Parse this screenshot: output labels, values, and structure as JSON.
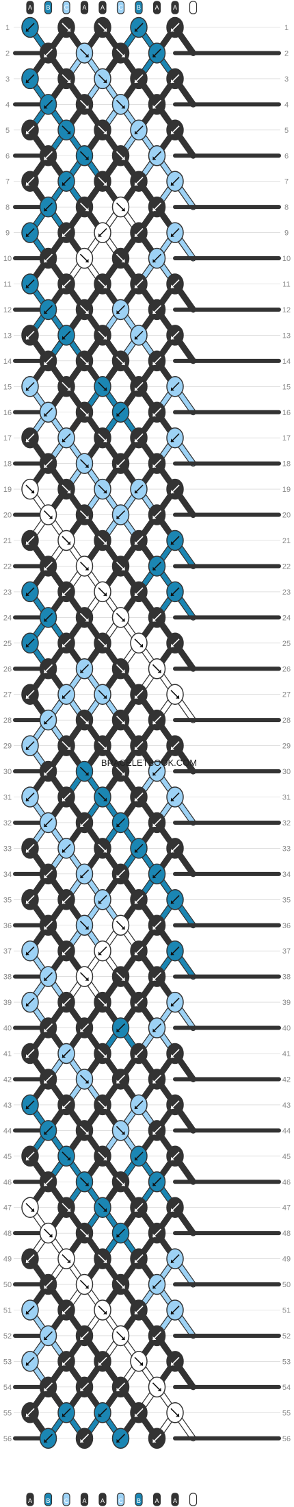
{
  "watermark": "BRACELETBOOK.COM",
  "colors": {
    "A": "#333333",
    "B": "#1b86b3",
    "C": "#9dd2f5",
    "D": "#ffffff",
    "outline": "#333333",
    "grid": "#cccccc",
    "rownum": "#888888"
  },
  "strands_top": [
    "A",
    "B",
    "C",
    "A",
    "A",
    "C",
    "B",
    "A",
    "A",
    "D"
  ],
  "strands_bottom": [
    "A",
    "B",
    "C",
    "A",
    "A",
    "C",
    "B",
    "A",
    "A",
    "D"
  ],
  "rows": 56,
  "row_numbers": [
    "1",
    "2",
    "3",
    "4",
    "5",
    "6",
    "7",
    "8",
    "9",
    "10",
    "11",
    "12",
    "13",
    "14",
    "15",
    "16",
    "17",
    "18",
    "19",
    "20",
    "21",
    "22",
    "23",
    "24",
    "25",
    "26",
    "27",
    "28",
    "29",
    "30",
    "31",
    "32",
    "33",
    "34",
    "35",
    "36",
    "37",
    "38",
    "39",
    "40",
    "41",
    "42",
    "43",
    "44",
    "45",
    "46",
    "47",
    "48",
    "49",
    "50",
    "51",
    "52",
    "53",
    "54",
    "55",
    "56"
  ],
  "knots": [
    [
      [
        "B",
        "dl"
      ],
      [
        "A",
        "dr"
      ],
      [
        "A",
        "dr"
      ],
      [
        "B",
        "dl"
      ],
      [
        "A",
        "dl"
      ]
    ],
    [
      [
        "A",
        "dl"
      ],
      [
        "C",
        "dr"
      ],
      [
        "A",
        "dr"
      ],
      [
        "B",
        "dl"
      ]
    ],
    [
      [
        "B",
        "dl"
      ],
      [
        "A",
        "dr"
      ],
      [
        "C",
        "dr"
      ],
      [
        "A",
        "dl"
      ],
      [
        "A",
        "dl"
      ]
    ],
    [
      [
        "B",
        "dl"
      ],
      [
        "A",
        "dr"
      ],
      [
        "C",
        "dr"
      ],
      [
        "A",
        "dl"
      ]
    ],
    [
      [
        "A",
        "dl"
      ],
      [
        "B",
        "dr"
      ],
      [
        "A",
        "dr"
      ],
      [
        "C",
        "dl"
      ],
      [
        "A",
        "dl"
      ]
    ],
    [
      [
        "A",
        "dl"
      ],
      [
        "B",
        "dr"
      ],
      [
        "A",
        "dr"
      ],
      [
        "C",
        "dl"
      ]
    ],
    [
      [
        "A",
        "dl"
      ],
      [
        "B",
        "dl"
      ],
      [
        "A",
        "dr"
      ],
      [
        "A",
        "dl"
      ],
      [
        "C",
        "dl"
      ]
    ],
    [
      [
        "B",
        "dl"
      ],
      [
        "A",
        "dr"
      ],
      [
        "D",
        "dr"
      ],
      [
        "A",
        "dl"
      ]
    ],
    [
      [
        "B",
        "dl"
      ],
      [
        "A",
        "dl"
      ],
      [
        "D",
        "dl"
      ],
      [
        "A",
        "dl"
      ],
      [
        "C",
        "dl"
      ]
    ],
    [
      [
        "A",
        "dl"
      ],
      [
        "D",
        "dr"
      ],
      [
        "A",
        "dr"
      ],
      [
        "C",
        "dl"
      ]
    ],
    [
      [
        "B",
        "dl"
      ],
      [
        "A",
        "dl"
      ],
      [
        "A",
        "dr"
      ],
      [
        "A",
        "dl"
      ],
      [
        "A",
        "dl"
      ]
    ],
    [
      [
        "B",
        "dl"
      ],
      [
        "A",
        "dr"
      ],
      [
        "C",
        "dl"
      ],
      [
        "A",
        "dl"
      ]
    ],
    [
      [
        "A",
        "dl"
      ],
      [
        "B",
        "dl"
      ],
      [
        "A",
        "dr"
      ],
      [
        "C",
        "dl"
      ],
      [
        "A",
        "dl"
      ]
    ],
    [
      [
        "A",
        "dl"
      ],
      [
        "A",
        "dr"
      ],
      [
        "A",
        "dr"
      ],
      [
        "A",
        "dl"
      ]
    ],
    [
      [
        "C",
        "dl"
      ],
      [
        "A",
        "dr"
      ],
      [
        "B",
        "dr"
      ],
      [
        "A",
        "dl"
      ],
      [
        "C",
        "dl"
      ]
    ],
    [
      [
        "C",
        "dl"
      ],
      [
        "A",
        "dr"
      ],
      [
        "B",
        "dl"
      ],
      [
        "A",
        "dl"
      ]
    ],
    [
      [
        "A",
        "dl"
      ],
      [
        "C",
        "dl"
      ],
      [
        "A",
        "dr"
      ],
      [
        "A",
        "dl"
      ],
      [
        "C",
        "dl"
      ]
    ],
    [
      [
        "A",
        "dl"
      ],
      [
        "C",
        "dr"
      ],
      [
        "A",
        "dl"
      ],
      [
        "A",
        "dl"
      ]
    ],
    [
      [
        "D",
        "dr"
      ],
      [
        "A",
        "dr"
      ],
      [
        "C",
        "dr"
      ],
      [
        "C",
        "dl"
      ],
      [
        "A",
        "dl"
      ]
    ],
    [
      [
        "D",
        "dr"
      ],
      [
        "A",
        "dr"
      ],
      [
        "C",
        "dl"
      ],
      [
        "A",
        "dl"
      ]
    ],
    [
      [
        "A",
        "dl"
      ],
      [
        "D",
        "dr"
      ],
      [
        "A",
        "dr"
      ],
      [
        "A",
        "dl"
      ],
      [
        "B",
        "dl"
      ]
    ],
    [
      [
        "A",
        "dl"
      ],
      [
        "D",
        "dr"
      ],
      [
        "A",
        "dr"
      ],
      [
        "B",
        "dl"
      ]
    ],
    [
      [
        "B",
        "dl"
      ],
      [
        "A",
        "dl"
      ],
      [
        "D",
        "dr"
      ],
      [
        "A",
        "dl"
      ],
      [
        "B",
        "dl"
      ]
    ],
    [
      [
        "B",
        "dl"
      ],
      [
        "A",
        "dr"
      ],
      [
        "D",
        "dr"
      ],
      [
        "A",
        "dl"
      ]
    ],
    [
      [
        "B",
        "dl"
      ],
      [
        "A",
        "dl"
      ],
      [
        "A",
        "dr"
      ],
      [
        "D",
        "dr"
      ],
      [
        "A",
        "dl"
      ]
    ],
    [
      [
        "A",
        "dl"
      ],
      [
        "C",
        "dl"
      ],
      [
        "A",
        "dr"
      ],
      [
        "D",
        "dr"
      ]
    ],
    [
      [
        "A",
        "dl"
      ],
      [
        "C",
        "dl"
      ],
      [
        "C",
        "dr"
      ],
      [
        "A",
        "dl"
      ],
      [
        "D",
        "dr"
      ]
    ],
    [
      [
        "C",
        "dl"
      ],
      [
        "A",
        "dr"
      ],
      [
        "A",
        "dr"
      ],
      [
        "A",
        "dl"
      ]
    ],
    [
      [
        "C",
        "dl"
      ],
      [
        "A",
        "dr"
      ],
      [
        "A",
        "dr"
      ],
      [
        "A",
        "dl"
      ],
      [
        "A",
        "dl"
      ]
    ],
    [
      [
        "A",
        "dl"
      ],
      [
        "B",
        "dr"
      ],
      [
        "A",
        "dr"
      ],
      [
        "C",
        "dl"
      ]
    ],
    [
      [
        "C",
        "dl"
      ],
      [
        "A",
        "dl"
      ],
      [
        "B",
        "dr"
      ],
      [
        "A",
        "dl"
      ],
      [
        "C",
        "dl"
      ]
    ],
    [
      [
        "C",
        "dl"
      ],
      [
        "A",
        "dl"
      ],
      [
        "B",
        "dl"
      ],
      [
        "A",
        "dl"
      ]
    ],
    [
      [
        "A",
        "dl"
      ],
      [
        "C",
        "dl"
      ],
      [
        "A",
        "dr"
      ],
      [
        "B",
        "dl"
      ],
      [
        "A",
        "dl"
      ]
    ],
    [
      [
        "A",
        "dl"
      ],
      [
        "C",
        "dl"
      ],
      [
        "A",
        "dl"
      ],
      [
        "B",
        "dl"
      ]
    ],
    [
      [
        "A",
        "dl"
      ],
      [
        "A",
        "dl"
      ],
      [
        "C",
        "dl"
      ],
      [
        "A",
        "dl"
      ],
      [
        "B",
        "dl"
      ]
    ],
    [
      [
        "A",
        "dl"
      ],
      [
        "C",
        "dr"
      ],
      [
        "D",
        "dr"
      ],
      [
        "A",
        "dl"
      ]
    ],
    [
      [
        "C",
        "dl"
      ],
      [
        "A",
        "dl"
      ],
      [
        "D",
        "dl"
      ],
      [
        "A",
        "dl"
      ],
      [
        "B",
        "dl"
      ]
    ],
    [
      [
        "C",
        "dl"
      ],
      [
        "D",
        "dr"
      ],
      [
        "A",
        "dr"
      ],
      [
        "A",
        "dl"
      ]
    ],
    [
      [
        "C",
        "dl"
      ],
      [
        "A",
        "dl"
      ],
      [
        "A",
        "dr"
      ],
      [
        "A",
        "dl"
      ],
      [
        "C",
        "dl"
      ]
    ],
    [
      [
        "A",
        "dl"
      ],
      [
        "A",
        "dl"
      ],
      [
        "B",
        "dl"
      ],
      [
        "C",
        "dl"
      ]
    ],
    [
      [
        "A",
        "dl"
      ],
      [
        "C",
        "dl"
      ],
      [
        "A",
        "dr"
      ],
      [
        "A",
        "dl"
      ],
      [
        "A",
        "dl"
      ]
    ],
    [
      [
        "A",
        "dl"
      ],
      [
        "C",
        "dr"
      ],
      [
        "A",
        "dl"
      ],
      [
        "A",
        "dl"
      ]
    ],
    [
      [
        "B",
        "dl"
      ],
      [
        "A",
        "dl"
      ],
      [
        "A",
        "dr"
      ],
      [
        "C",
        "dl"
      ],
      [
        "A",
        "dl"
      ]
    ],
    [
      [
        "B",
        "dl"
      ],
      [
        "A",
        "dr"
      ],
      [
        "C",
        "dr"
      ],
      [
        "A",
        "dl"
      ]
    ],
    [
      [
        "A",
        "dl"
      ],
      [
        "B",
        "dr"
      ],
      [
        "A",
        "dr"
      ],
      [
        "B",
        "dl"
      ],
      [
        "A",
        "dl"
      ]
    ],
    [
      [
        "A",
        "dl"
      ],
      [
        "B",
        "dr"
      ],
      [
        "A",
        "dr"
      ],
      [
        "B",
        "dl"
      ]
    ],
    [
      [
        "D",
        "dr"
      ],
      [
        "A",
        "dr"
      ],
      [
        "B",
        "dr"
      ],
      [
        "A",
        "dl"
      ],
      [
        "A",
        "dl"
      ]
    ],
    [
      [
        "D",
        "dr"
      ],
      [
        "A",
        "dr"
      ],
      [
        "B",
        "dl"
      ],
      [
        "A",
        "dl"
      ]
    ],
    [
      [
        "A",
        "dl"
      ],
      [
        "D",
        "dr"
      ],
      [
        "A",
        "dr"
      ],
      [
        "A",
        "dl"
      ],
      [
        "C",
        "dl"
      ]
    ],
    [
      [
        "A",
        "dl"
      ],
      [
        "D",
        "dr"
      ],
      [
        "A",
        "dr"
      ],
      [
        "C",
        "dl"
      ]
    ],
    [
      [
        "C",
        "dl"
      ],
      [
        "A",
        "dl"
      ],
      [
        "D",
        "dr"
      ],
      [
        "A",
        "dl"
      ],
      [
        "C",
        "dl"
      ]
    ],
    [
      [
        "C",
        "dl"
      ],
      [
        "A",
        "dl"
      ],
      [
        "D",
        "dr"
      ],
      [
        "A",
        "dl"
      ]
    ],
    [
      [
        "C",
        "dl"
      ],
      [
        "A",
        "dl"
      ],
      [
        "A",
        "dl"
      ],
      [
        "D",
        "dr"
      ],
      [
        "A",
        "dl"
      ]
    ],
    [
      [
        "A",
        "dl"
      ],
      [
        "A",
        "dl"
      ],
      [
        "A",
        "dl"
      ],
      [
        "D",
        "dr"
      ]
    ],
    [
      [
        "A",
        "dl"
      ],
      [
        "B",
        "dl"
      ],
      [
        "B",
        "dl"
      ],
      [
        "A",
        "dl"
      ],
      [
        "D",
        "dr"
      ]
    ],
    [
      [
        "B",
        "dl"
      ],
      [
        "A",
        "dl"
      ],
      [
        "B",
        "dl"
      ],
      [
        "A",
        "dl"
      ]
    ]
  ]
}
